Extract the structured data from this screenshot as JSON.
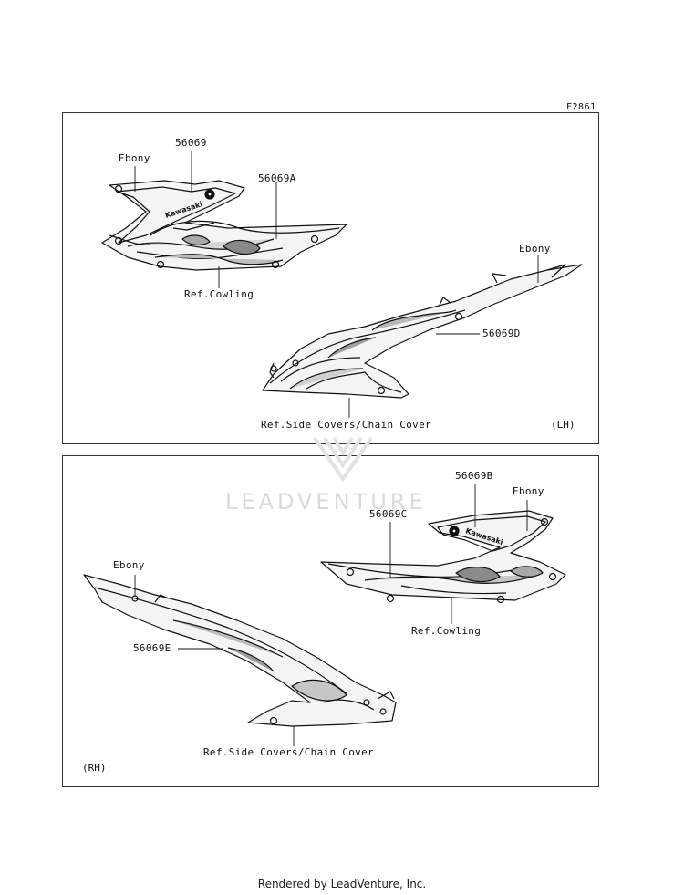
{
  "figure_code": "F2861",
  "watermark": {
    "brand": "LEADVENTURE"
  },
  "top_panel": {
    "side_label": "(LH)",
    "callouts": {
      "ebony_front": "Ebony",
      "part_56069": "56069",
      "part_56069A": "56069A",
      "ref_cowling": "Ref.Cowling",
      "ebony_rear": "Ebony",
      "part_56069D": "56069D",
      "ref_side_covers": "Ref.Side Covers/Chain Cover"
    }
  },
  "bottom_panel": {
    "side_label": "(RH)",
    "callouts": {
      "part_56069B": "56069B",
      "ebony_front": "Ebony",
      "part_56069C": "56069C",
      "ref_cowling": "Ref.Cowling",
      "ebony_rear": "Ebony",
      "part_56069E": "56069E",
      "ref_side_covers": "Ref.Side Covers/Chain Cover"
    }
  },
  "footer": "Rendered by LeadVenture, Inc."
}
